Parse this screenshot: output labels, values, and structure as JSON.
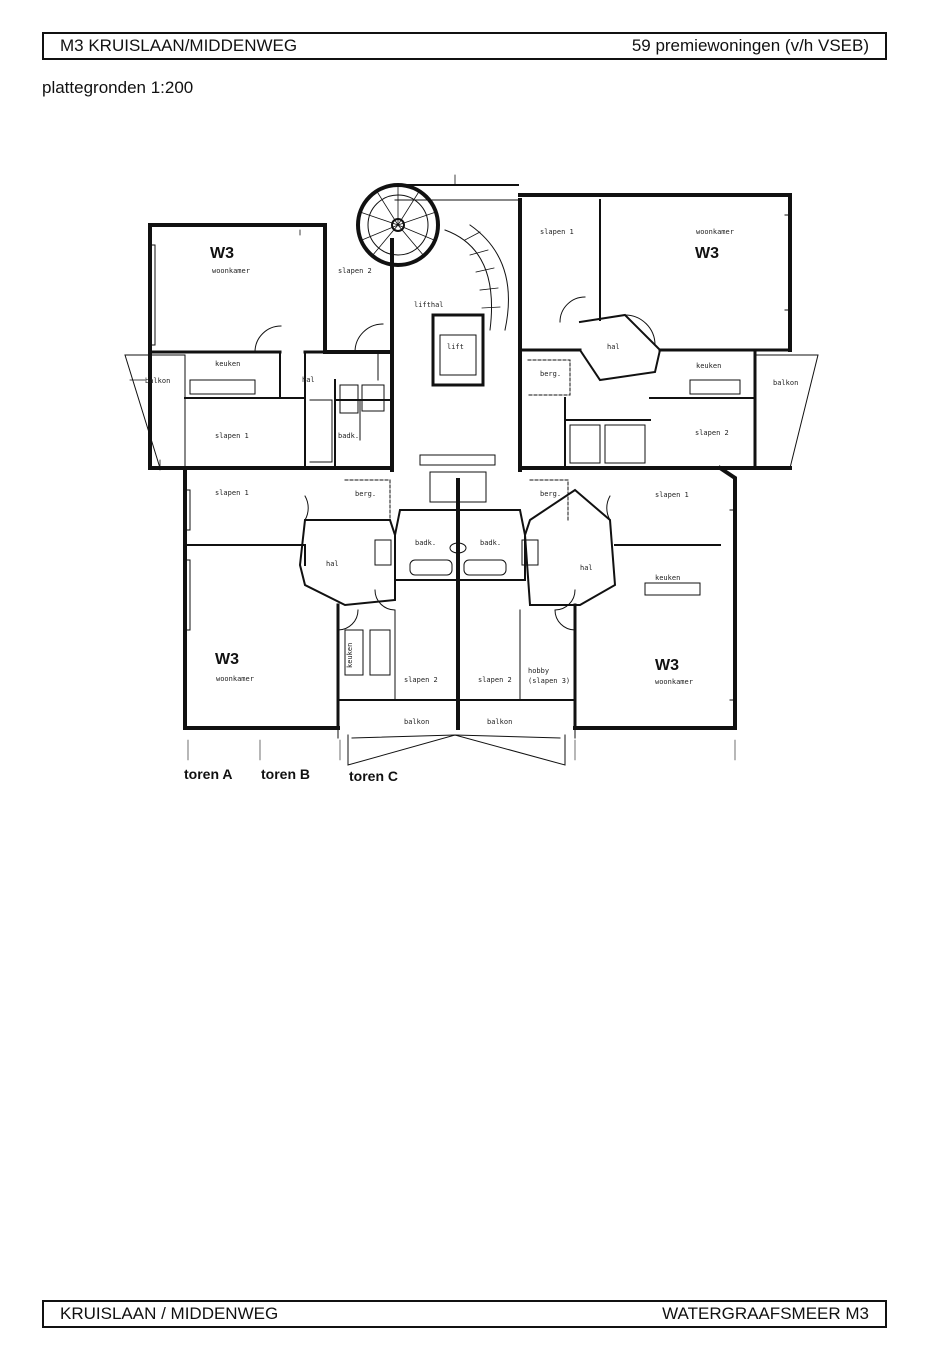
{
  "header": {
    "left": "M3  KRUISLAAN/MIDDENWEG",
    "right": "59 premiewoningen (v/h VSEB)"
  },
  "subtitle": "plattegronden 1:200",
  "plan": {
    "unit_code": "W3",
    "rooms": {
      "woonkamer": "woonkamer",
      "slapen1": "slapen 1",
      "slapen2": "slapen 2",
      "keuken": "keuken",
      "hal": "hal",
      "balkon": "balkon",
      "badk": "badk.",
      "berg": "berg.",
      "lifthal": "lifthal",
      "lift": "lift",
      "hobby": "hobby",
      "slapen3": "(slapen 3)"
    },
    "towers": [
      "toren A",
      "toren B",
      "toren C"
    ]
  },
  "footer": {
    "left": "KRUISLAAN / MIDDENWEG",
    "right": "WATERGRAAFSMEER  M3"
  }
}
